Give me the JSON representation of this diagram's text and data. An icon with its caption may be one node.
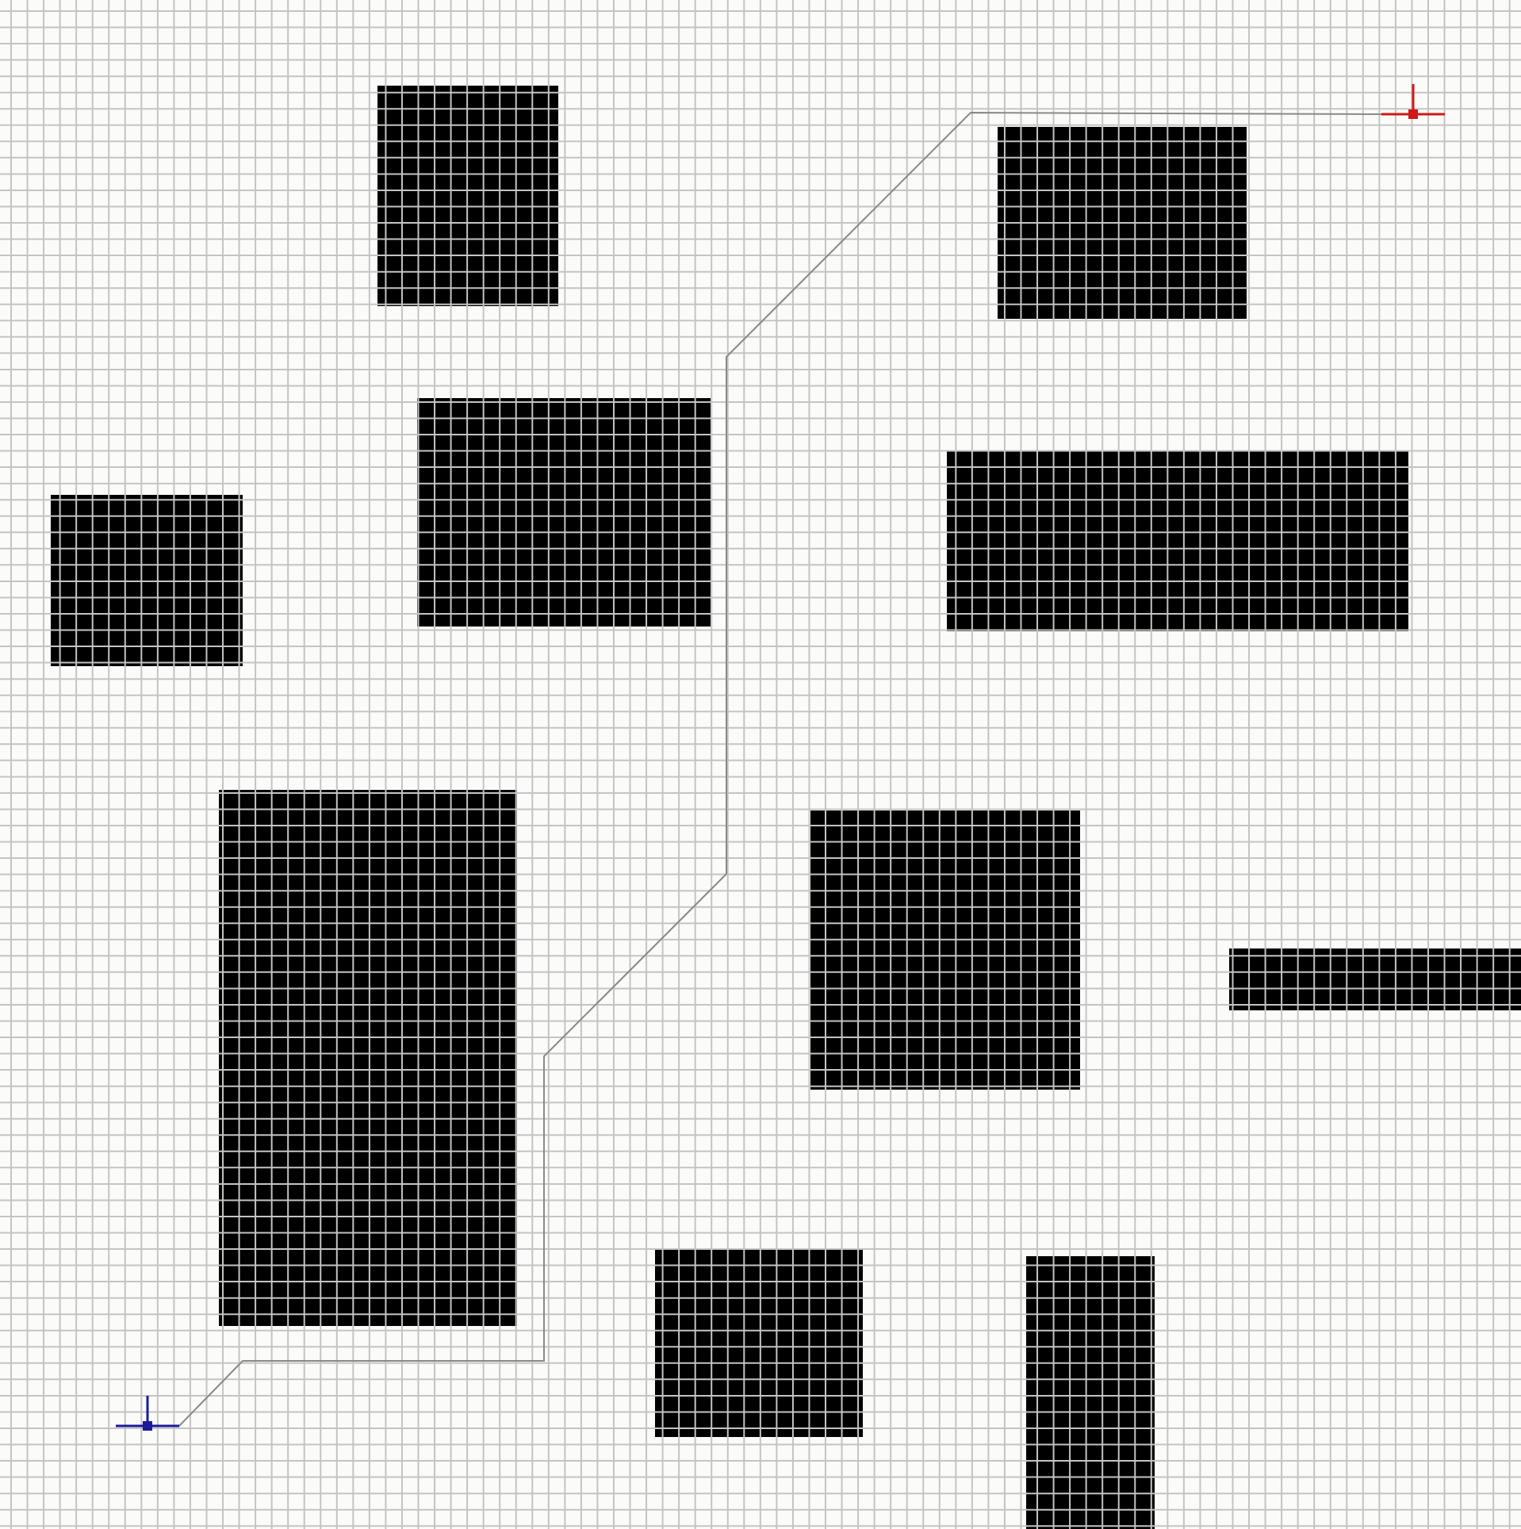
{
  "diagram": {
    "nodes": [
      {
        "text": [],
        "shape": "cross"
      },
      {
        "text": [],
        "shape": "cross"
      }
    ],
    "edges": [
      {
        "from": 0,
        "to": 1,
        "arrow": "none"
      }
    ]
  }
}
